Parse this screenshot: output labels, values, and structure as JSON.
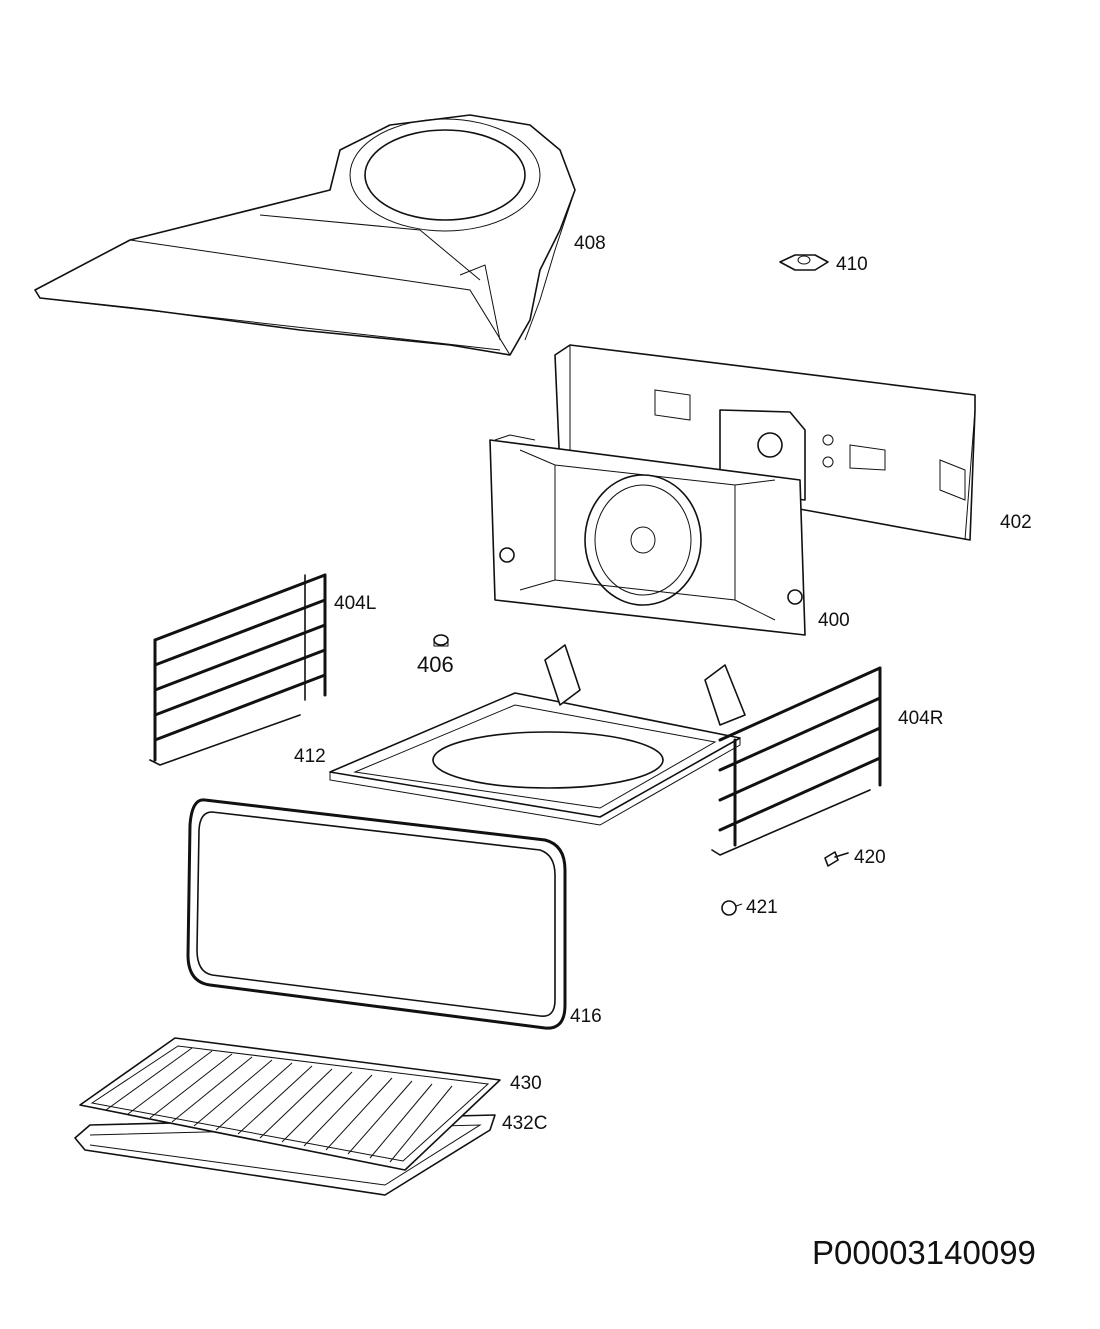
{
  "diagram": {
    "parts": [
      {
        "id": "408",
        "label": "408"
      },
      {
        "id": "410",
        "label": "410"
      },
      {
        "id": "402",
        "label": "402"
      },
      {
        "id": "400",
        "label": "400"
      },
      {
        "id": "404L",
        "label": "404L"
      },
      {
        "id": "406",
        "label": "406"
      },
      {
        "id": "404R",
        "label": "404R"
      },
      {
        "id": "412",
        "label": "412"
      },
      {
        "id": "420",
        "label": "420"
      },
      {
        "id": "421",
        "label": "421"
      },
      {
        "id": "416",
        "label": "416"
      },
      {
        "id": "430",
        "label": "430"
      },
      {
        "id": "432C",
        "label": "432C"
      }
    ],
    "drawing_code": "P00003140099"
  }
}
